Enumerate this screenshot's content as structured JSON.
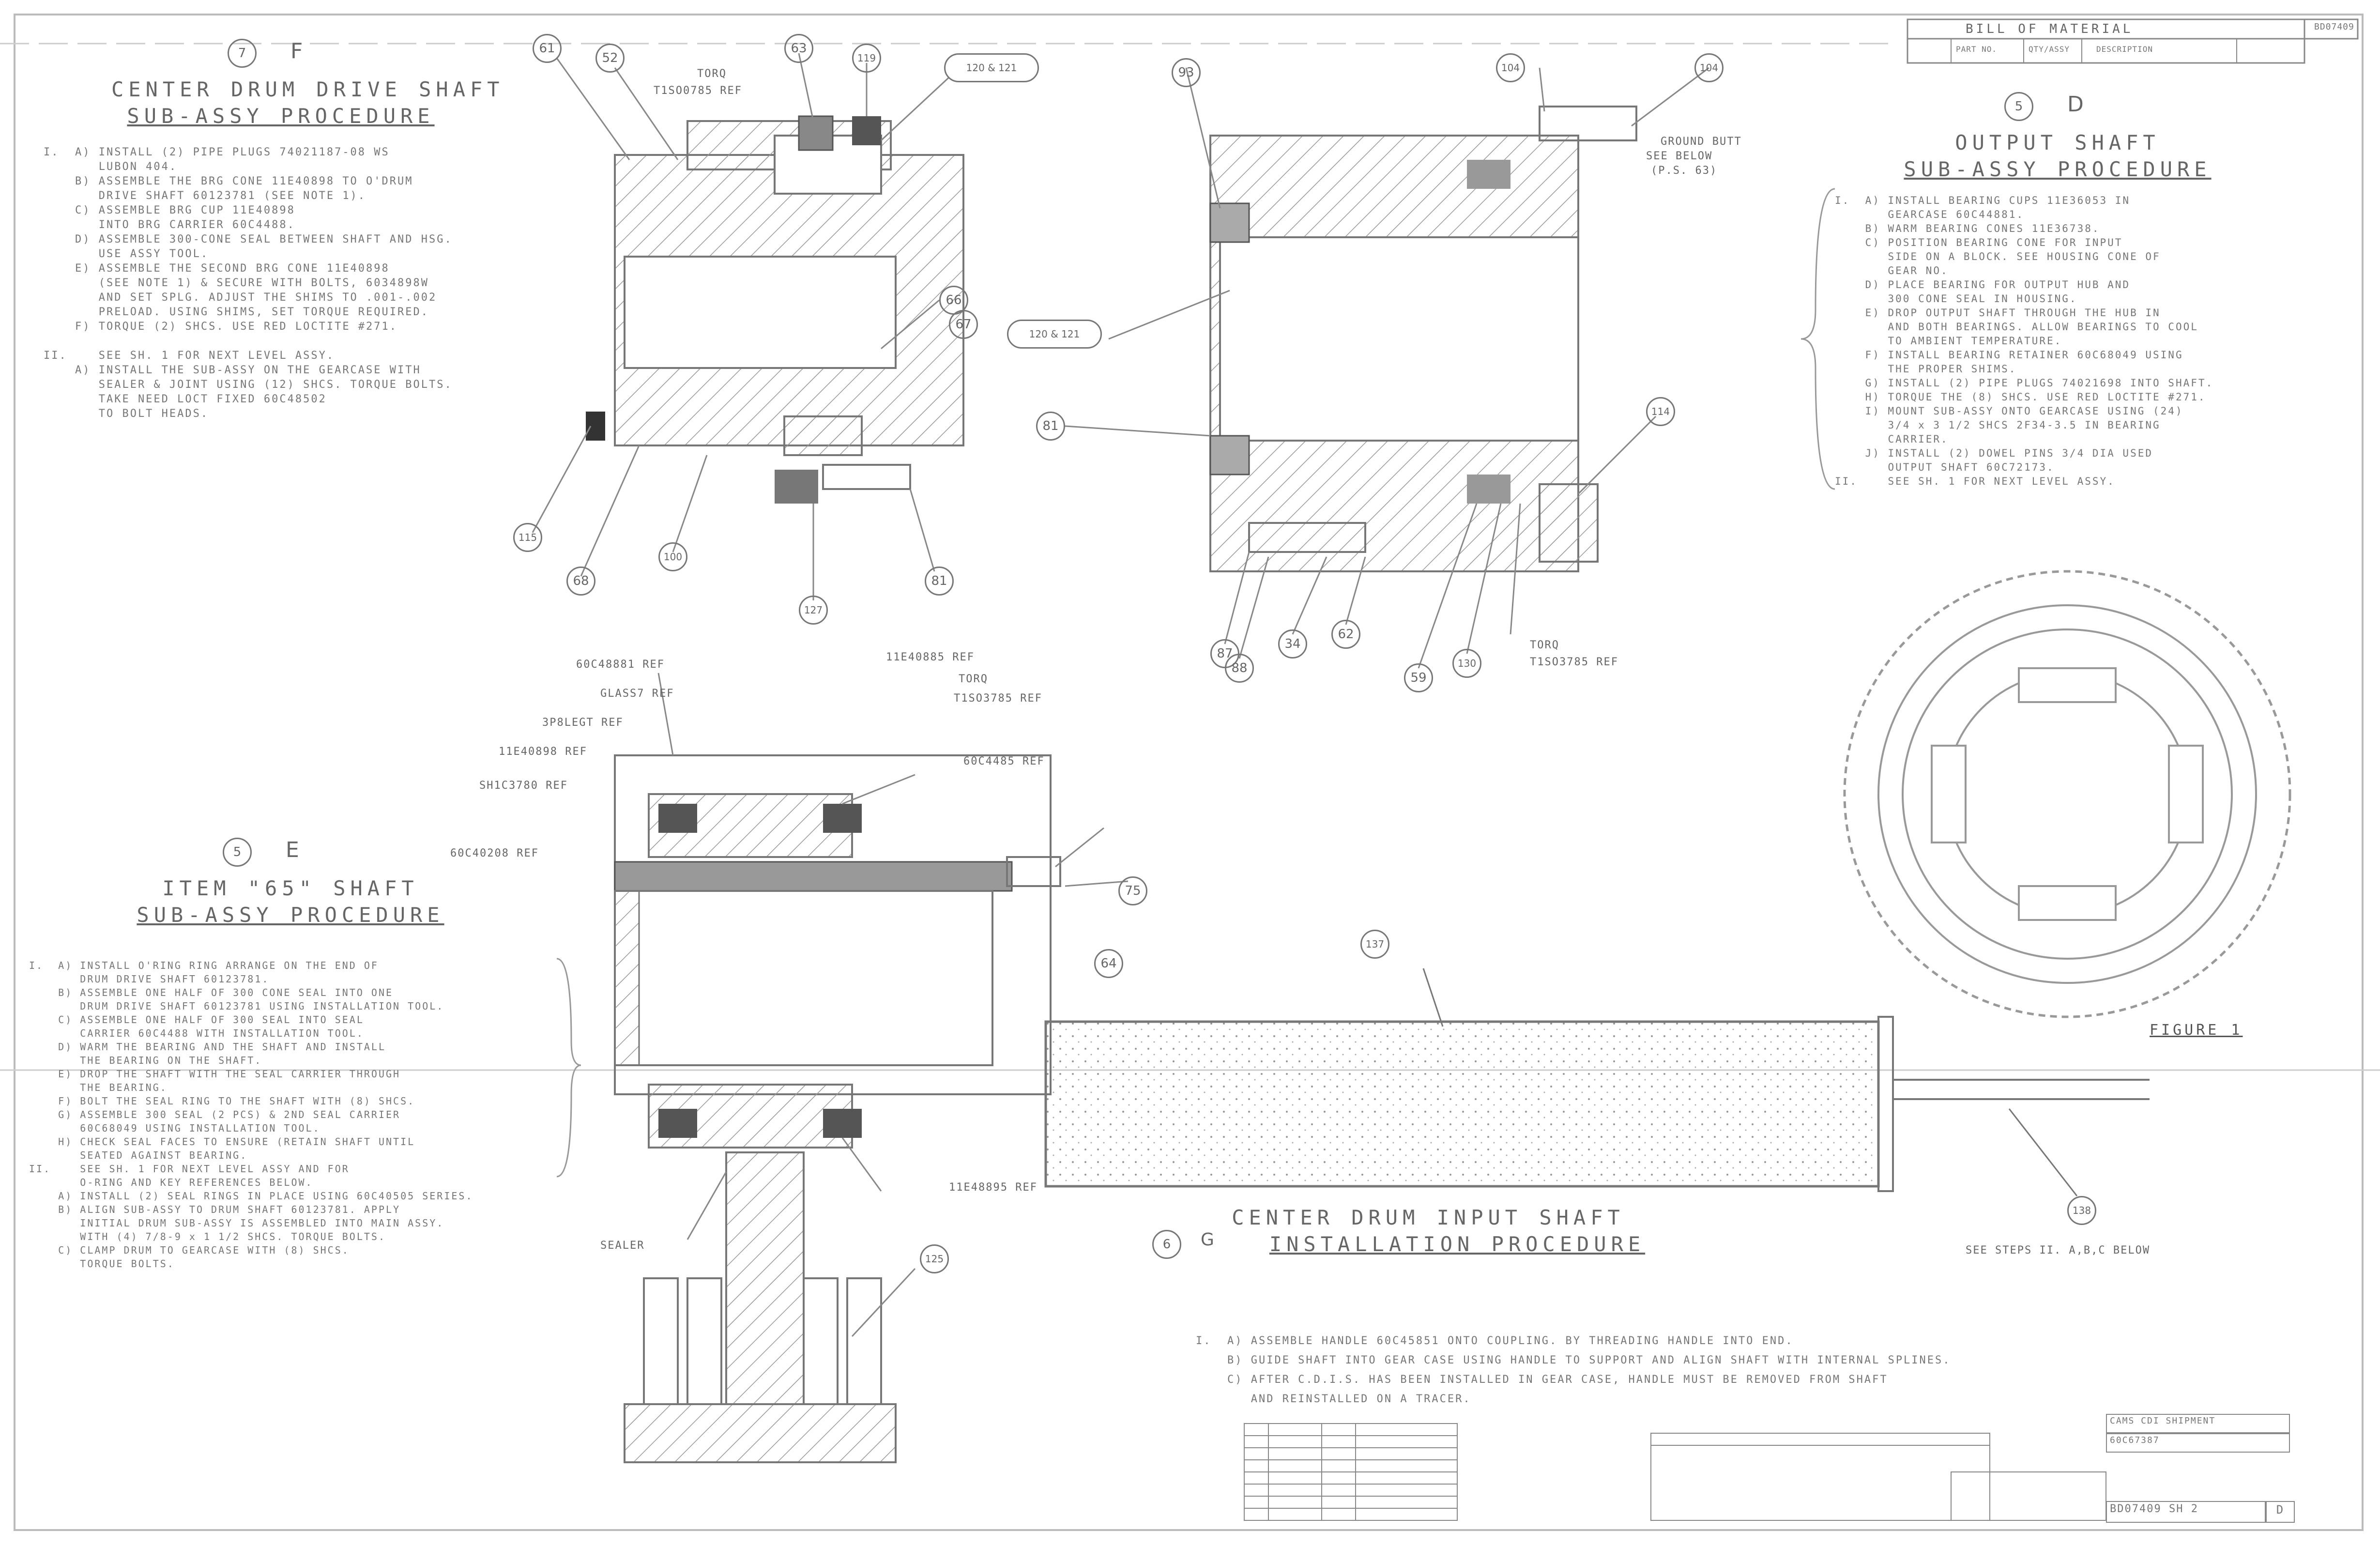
{
  "bom": {
    "title": "BILL OF MATERIAL",
    "columns": [
      "PART NO.",
      "QTY/ASSY",
      "DESCRIPTION"
    ],
    "sheet_ref": "BD07409"
  },
  "procedures": {
    "center_drum_drive": {
      "step_no": "7",
      "letter": "F",
      "title_line1": "CENTER DRUM DRIVE SHAFT",
      "title_line2": "SUB-ASSY PROCEDURE",
      "text": "I.  A) INSTALL (2) PIPE PLUGS 74021187-08 WS\n       LUBON 404.\n    B) ASSEMBLE THE BRG CONE 11E40898 TO O'DRUM\n       DRIVE SHAFT 60123781 (SEE NOTE 1).\n    C) ASSEMBLE BRG CUP 11E40898\n       INTO BRG CARRIER 60C4488.\n    D) ASSEMBLE 300-CONE SEAL BETWEEN SHAFT AND HSG.\n       USE ASSY TOOL.\n    E) ASSEMBLE THE SECOND BRG CONE 11E40898\n       (SEE NOTE 1) & SECURE WITH BOLTS, 6034898W\n       AND SET SPLG. ADJUST THE SHIMS TO .001-.002\n       PRELOAD. USING SHIMS, SET TORQUE REQUIRED.\n    F) TORQUE (2) SHCS. USE RED LOCTITE #271.\n\nII.    SEE SH. 1 FOR NEXT LEVEL ASSY.\n    A) INSTALL THE SUB-ASSY ON THE GEARCASE WITH\n       SEALER & JOINT USING (12) SHCS. TORQUE BOLTS.\n       TAKE NEED LOCT FIXED 60C48502\n       TO BOLT HEADS."
    },
    "output_shaft": {
      "step_no": "5",
      "letter": "D",
      "title_line1": "OUTPUT SHAFT",
      "title_line2": "SUB-ASSY PROCEDURE",
      "text": "I.  A) INSTALL BEARING CUPS 11E36053 IN\n       GEARCASE 60C44881.\n    B) WARM BEARING CONES 11E36738.\n    C) POSITION BEARING CONE FOR INPUT\n       SIDE ON A BLOCK. SEE HOUSING CONE OF\n       GEAR NO.\n    D) PLACE BEARING FOR OUTPUT HUB AND\n       300 CONE SEAL IN HOUSING.\n    E) DROP OUTPUT SHAFT THROUGH THE HUB IN\n       AND BOTH BEARINGS. ALLOW BEARINGS TO COOL\n       TO AMBIENT TEMPERATURE.\n    F) INSTALL BEARING RETAINER 60C68049 USING\n       THE PROPER SHIMS.\n    G) INSTALL (2) PIPE PLUGS 74021698 INTO SHAFT.\n    H) TORQUE THE (8) SHCS. USE RED LOCTITE #271.\n    I) MOUNT SUB-ASSY ONTO GEARCASE USING (24)\n       3/4 x 3 1/2 SHCS 2F34-3.5 IN BEARING\n       CARRIER.\n    J) INSTALL (2) DOWEL PINS 3/4 DIA USED\n       OUTPUT SHAFT 60C72173.\nII.    SEE SH. 1 FOR NEXT LEVEL ASSY."
    },
    "item65": {
      "step_no": "5",
      "letter": "E",
      "title_line1": "ITEM \"65\" SHAFT",
      "title_line2": "SUB-ASSY PROCEDURE",
      "text": "I.  A) INSTALL O'RING RING ARRANGE ON THE END OF\n       DRUM DRIVE SHAFT 60123781.\n    B) ASSEMBLE ONE HALF OF 300 CONE SEAL INTO ONE\n       DRUM DRIVE SHAFT 60123781 USING INSTALLATION TOOL.\n    C) ASSEMBLE ONE HALF OF 300 SEAL INTO SEAL\n       CARRIER 60C4488 WITH INSTALLATION TOOL.\n    D) WARM THE BEARING AND THE SHAFT AND INSTALL\n       THE BEARING ON THE SHAFT.\n    E) DROP THE SHAFT WITH THE SEAL CARRIER THROUGH\n       THE BEARING.\n    F) BOLT THE SEAL RING TO THE SHAFT WITH (8) SHCS.\n    G) ASSEMBLE 300 SEAL (2 PCS) & 2ND SEAL CARRIER\n       60C68049 USING INSTALLATION TOOL.\n    H) CHECK SEAL FACES TO ENSURE (RETAIN SHAFT UNTIL\n       SEATED AGAINST BEARING.\nII.    SEE SH. 1 FOR NEXT LEVEL ASSY AND FOR\n       O-RING AND KEY REFERENCES BELOW.\n    A) INSTALL (2) SEAL RINGS IN PLACE USING 60C40505 SERIES.\n    B) ALIGN SUB-ASSY TO DRUM SHAFT 60123781. APPLY\n       INITIAL DRUM SUB-ASSY IS ASSEMBLED INTO MAIN ASSY.\n       WITH (4) 7/8-9 x 1 1/2 SHCS. TORQUE BOLTS.\n    C) CLAMP DRUM TO GEARCASE WITH (8) SHCS.\n       TORQUE BOLTS."
    },
    "input_shaft": {
      "step_no": "6",
      "letter": "G",
      "title_line1": "CENTER DRUM INPUT SHAFT",
      "title_line2": "INSTALLATION PROCEDURE",
      "text": "I.  A) ASSEMBLE HANDLE 60C45851 ONTO COUPLING. BY THREADING HANDLE INTO END.\n    B) GUIDE SHAFT INTO GEAR CASE USING HANDLE TO SUPPORT AND ALIGN SHAFT WITH INTERNAL SPLINES.\n    C) AFTER C.D.I.S. HAS BEEN INSTALLED IN GEAR CASE, HANDLE MUST BE REMOVED FROM SHAFT\n       AND REINSTALLED ON A TRACER."
    }
  },
  "callouts": [
    {
      "id": "c61a",
      "text": "61"
    },
    {
      "id": "c52",
      "text": "52"
    },
    {
      "id": "c63",
      "text": "63"
    },
    {
      "id": "c119",
      "text": "119"
    },
    {
      "id": "c120",
      "text": "120 & 121"
    },
    {
      "id": "c66",
      "text": "66"
    },
    {
      "id": "c67",
      "text": "67"
    },
    {
      "id": "c115",
      "text": "115"
    },
    {
      "id": "c68",
      "text": "68"
    },
    {
      "id": "c100",
      "text": "100"
    },
    {
      "id": "c127",
      "text": "127"
    },
    {
      "id": "c81",
      "text": "81"
    },
    {
      "id": "c93",
      "text": "93"
    },
    {
      "id": "c104",
      "text": "104"
    },
    {
      "id": "c81b",
      "text": "81"
    },
    {
      "id": "c114",
      "text": "114"
    },
    {
      "id": "c87",
      "text": "87"
    },
    {
      "id": "c88",
      "text": "88"
    },
    {
      "id": "c34",
      "text": "34"
    },
    {
      "id": "c62",
      "text": "62"
    },
    {
      "id": "c59",
      "text": "59"
    },
    {
      "id": "c130",
      "text": "130"
    },
    {
      "id": "c64",
      "text": "64"
    },
    {
      "id": "c75",
      "text": "75"
    },
    {
      "id": "c137",
      "text": "137"
    },
    {
      "id": "c138",
      "text": "138"
    },
    {
      "id": "c125",
      "text": "125"
    }
  ],
  "refs": {
    "torq1": "TORQ",
    "torq1_ref": "T1SO0785 REF",
    "ref_a": "60C48881 REF",
    "ref_b": "GLASS7 REF",
    "ref_c": "3P8LEGT REF",
    "ref_d": "11E40898 REF",
    "ref_e": "SH1C3780 REF",
    "ref_f": "60C40208 REF",
    "ref_g": "11E40885 REF",
    "torq2": "TORQ",
    "torq2_ref": "T1SO3785 REF",
    "ref_h": "60C4485 REF",
    "ref_i": "11E48895 REF",
    "sealer": "SEALER",
    "torq3": "TORQ",
    "torq3_ref": "T1SO3785 REF",
    "out_ref1": "GROUND BUTT",
    "out_ref2": "SEE BELOW",
    "out_ref3": "(P.S. 63)",
    "see_steps": "SEE STEPS II. A,B,C BELOW"
  },
  "figure_label": "FIGURE 1",
  "title_block": {
    "drawing_no": "BD07409 SH 2",
    "rev": "D",
    "line1": "CAMS CDI SHIPMENT",
    "line2": "60C67387"
  }
}
